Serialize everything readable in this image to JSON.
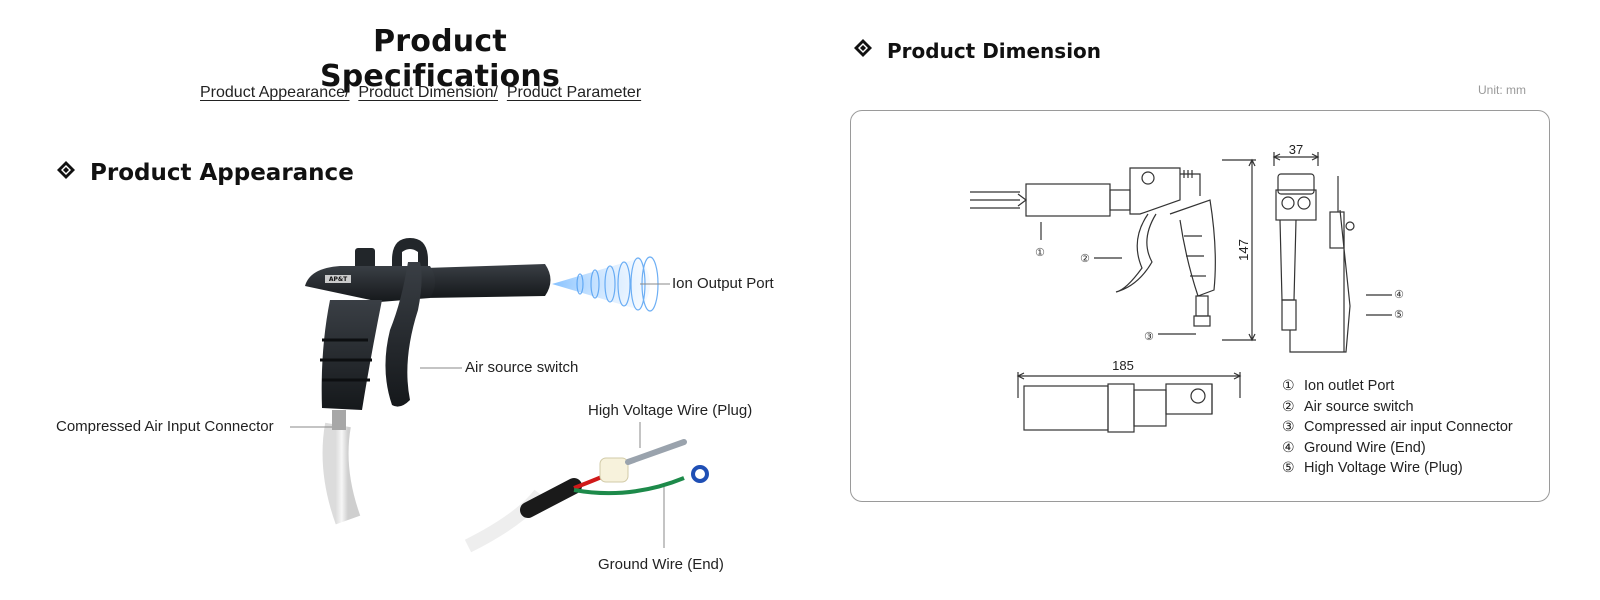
{
  "header": {
    "title": "Product Specifications",
    "nav": [
      {
        "label": "Product Appearance"
      },
      {
        "label": "Product Dimension"
      },
      {
        "label": "Product Parameter"
      }
    ],
    "separator": "/"
  },
  "appearance": {
    "heading": "Product Appearance",
    "callouts": {
      "ion_output_port": "Ion Output Port",
      "air_source_switch": "Air source switch",
      "compressed_air_input": "Compressed Air Input Connector",
      "high_voltage_wire": "High Voltage Wire (Plug)",
      "ground_wire": "Ground Wire (End)"
    },
    "gun_brand": "AP&T"
  },
  "dimension": {
    "heading": "Product Dimension",
    "unit": "Unit: mm",
    "measurements": {
      "width": "37",
      "height": "147",
      "length": "185"
    },
    "markers": [
      "①",
      "②",
      "③",
      "④",
      "⑤"
    ],
    "legend": [
      {
        "num": "①",
        "label": "Ion outlet Port"
      },
      {
        "num": "②",
        "label": "Air source switch"
      },
      {
        "num": "③",
        "label": "Compressed air input Connector"
      },
      {
        "num": "④",
        "label": "Ground Wire (End)"
      },
      {
        "num": "⑤",
        "label": "High Voltage Wire (Plug)"
      }
    ]
  },
  "colors": {
    "text": "#1a1a1a",
    "panel_border": "#9a9a9a",
    "unit_text": "#999999",
    "ion_beam": "#6fb6ff"
  }
}
